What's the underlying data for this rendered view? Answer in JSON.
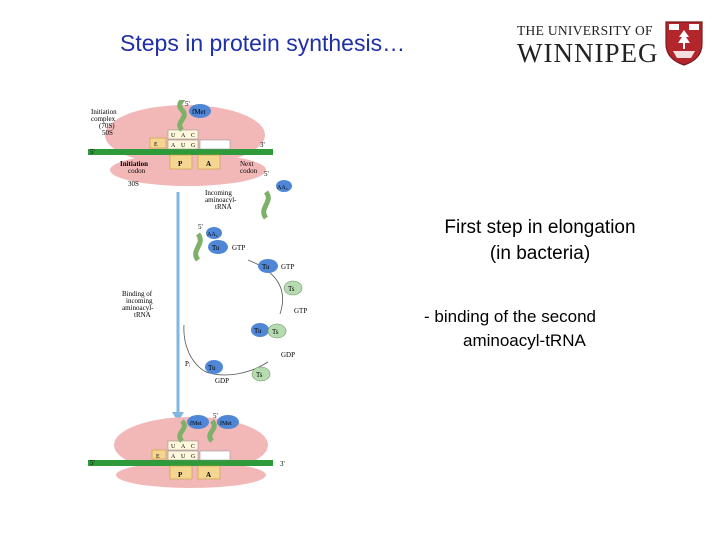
{
  "slide": {
    "title": "Steps in protein synthesis…",
    "heading_line1": "First step in elongation",
    "heading_line2": "(in bacteria)",
    "bullet_line1": "- binding of the second",
    "bullet_line2": "aminoacyl-tRNA"
  },
  "logo": {
    "line1": "THE UNIVERSITY OF",
    "line2": "WINNIPEG",
    "crest_icon": "university-crest-icon"
  },
  "diagram": {
    "top_ribosome": {
      "label_complex_1": "Initiation",
      "label_complex_2": "complex",
      "label_complex_3": "(70S)",
      "label_50s": "50S",
      "label_30s": "30S",
      "label_codon_1": "Initiation",
      "label_codon_2": "codon",
      "label_next_1": "Next",
      "label_next_2": "codon",
      "five_prime": "5'",
      "three_prime": "3'",
      "trna_five": "5'",
      "fmet": "fMet",
      "site_e": "E",
      "site_p": "P",
      "site_a": "A",
      "codon_a": "A",
      "codon_u": "U",
      "codon_g": "G",
      "anti_u": "U",
      "anti_a": "A",
      "anti_c": "C"
    },
    "cycle": {
      "incoming_1": "Incoming",
      "incoming_2": "aminoacyl-",
      "incoming_3": "tRNA",
      "incoming_five": "5'",
      "aa2": "AA₂",
      "aa2_b": "AA₂",
      "trna2_five": "5'",
      "tu": "Tu",
      "gtp": "GTP",
      "tu_gtp": "Tu",
      "tu_gtp_label": "GTP",
      "ts": "Ts",
      "gtp_in": "GTP",
      "tu_ts_a": "Tu",
      "tu_ts_b": "Ts",
      "gdp": "GDP",
      "ts_free": "Ts",
      "pi": "Pᵢ",
      "tu_gdp": "Tu",
      "tu_gdp_label": "GDP",
      "binding_1": "Binding of",
      "binding_2": "incoming",
      "binding_3": "aminoacyl-",
      "binding_4": "tRNA"
    },
    "bottom_ribosome": {
      "five_prime": "5'",
      "three_prime": "3'",
      "trna_five": "5'",
      "fmet_a": "fMet",
      "fmet_b": "fMet",
      "site_e": "E",
      "site_p": "P",
      "site_a": "A",
      "codon_a": "A",
      "codon_u": "U",
      "codon_g": "G",
      "anti_u": "U",
      "anti_a": "A",
      "anti_c": "C"
    },
    "colors": {
      "ribosome": "#f2b8b8",
      "mrna": "#2e9a3a",
      "site_fill": "#f4d690",
      "protein": "#4f86d6",
      "trna": "#9bc98a"
    }
  }
}
